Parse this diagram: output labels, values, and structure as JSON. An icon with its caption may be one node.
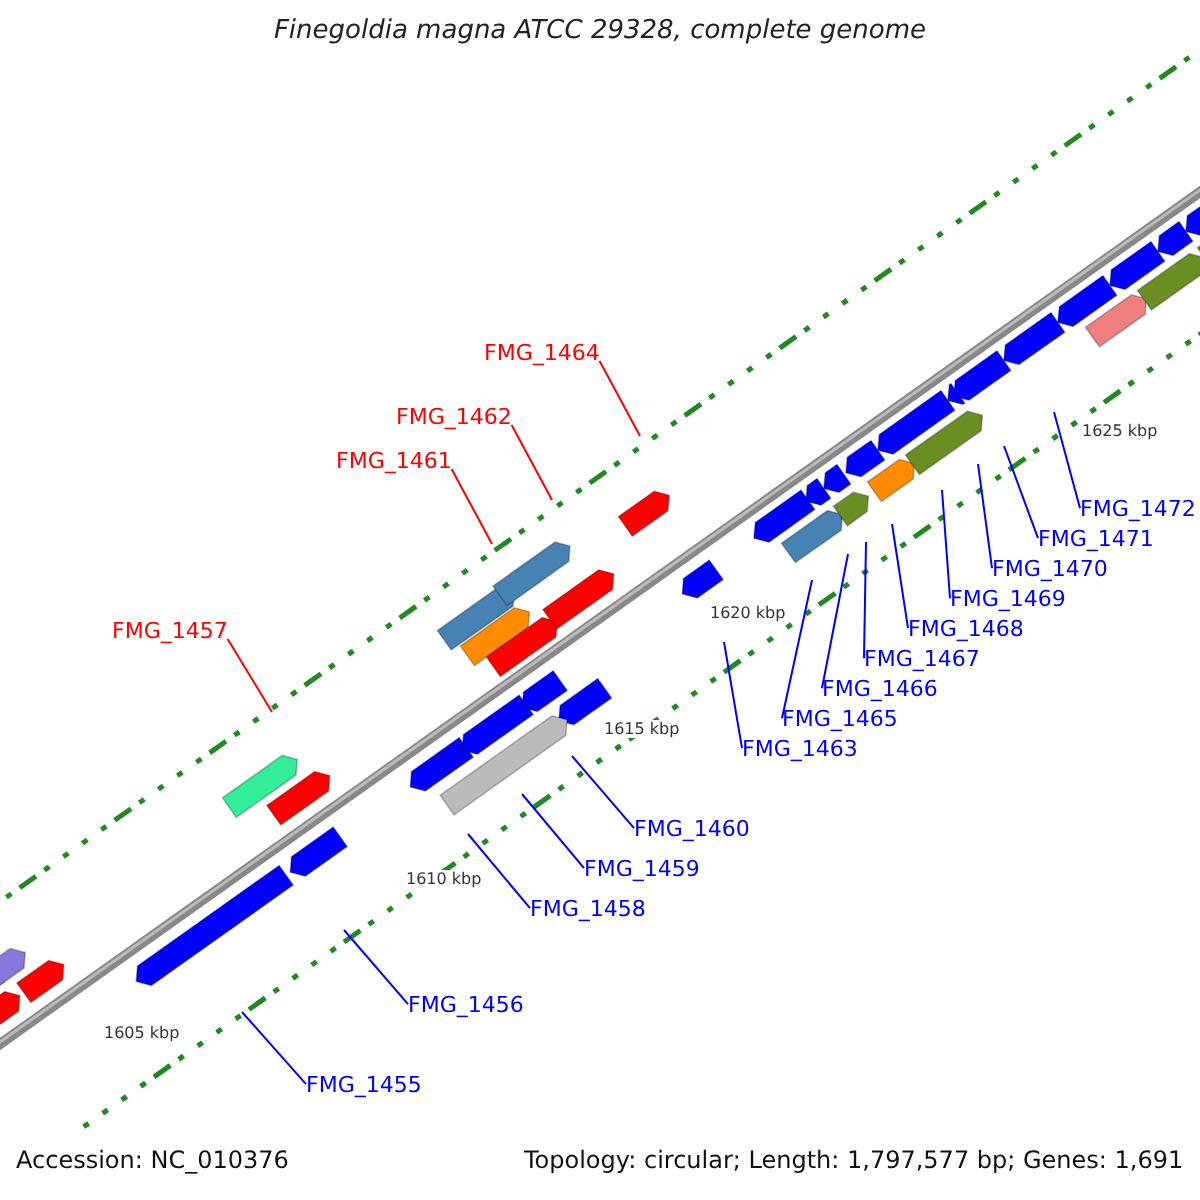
{
  "diagram": {
    "title": "Finegoldia magna ATCC 29328, complete genome",
    "nodes": [
      {
        "text": [
          "FMG_1464"
        ]
      },
      {
        "text": [
          "FMG_1462"
        ]
      },
      {
        "text": [
          "FMG_1461"
        ]
      },
      {
        "text": [
          "FMG_1457"
        ]
      },
      {
        "text": [
          "FMG_1472"
        ]
      },
      {
        "text": [
          "FMG_1471"
        ]
      },
      {
        "text": [
          "FMG_1470"
        ]
      },
      {
        "text": [
          "FMG_1469"
        ]
      },
      {
        "text": [
          "FMG_1468"
        ]
      },
      {
        "text": [
          "FMG_1467"
        ]
      },
      {
        "text": [
          "FMG_1466"
        ]
      },
      {
        "text": [
          "FMG_1465"
        ]
      },
      {
        "text": [
          "FMG_1463"
        ]
      },
      {
        "text": [
          "FMG_1460"
        ]
      },
      {
        "text": [
          "FMG_1459"
        ]
      },
      {
        "text": [
          "FMG_1458"
        ]
      },
      {
        "text": [
          "FMG_1456"
        ]
      },
      {
        "text": [
          "FMG_1455"
        ]
      }
    ],
    "edges": [
      {
        "from": 0,
        "to": null,
        "arrow": "none",
        "color": "#ff0000"
      },
      {
        "from": 1,
        "to": null,
        "arrow": "none",
        "color": "#ff0000"
      },
      {
        "from": 2,
        "to": null,
        "arrow": "none",
        "color": "#ff0000"
      },
      {
        "from": 3,
        "to": null,
        "arrow": "none",
        "color": "#ff0000"
      },
      {
        "from": 4,
        "to": null,
        "arrow": "none"
      },
      {
        "from": 5,
        "to": null,
        "arrow": "none"
      },
      {
        "from": 6,
        "to": null,
        "arrow": "none"
      },
      {
        "from": 7,
        "to": null,
        "arrow": "none"
      },
      {
        "from": 8,
        "to": null,
        "arrow": "none"
      },
      {
        "from": 9,
        "to": null,
        "arrow": "none"
      },
      {
        "from": 10,
        "to": null,
        "arrow": "none"
      },
      {
        "from": 11,
        "to": null,
        "arrow": "none"
      },
      {
        "from": 12,
        "to": null,
        "arrow": "none"
      },
      {
        "from": 13,
        "to": null,
        "arrow": "none"
      },
      {
        "from": 14,
        "to": null,
        "arrow": "none"
      },
      {
        "from": 15,
        "to": null,
        "arrow": "none"
      },
      {
        "from": 16,
        "to": null,
        "arrow": "none"
      },
      {
        "from": 17,
        "to": null,
        "arrow": "none"
      }
    ],
    "labels": [
      "1625 kbp",
      "1620 kbp",
      "1615 kbp",
      "1610 kbp",
      "1605 kbp",
      "Accession: NC_010376",
      "Topology: circular; Length: 1,797,577 bp; Genes: 1,691"
    ]
  }
}
